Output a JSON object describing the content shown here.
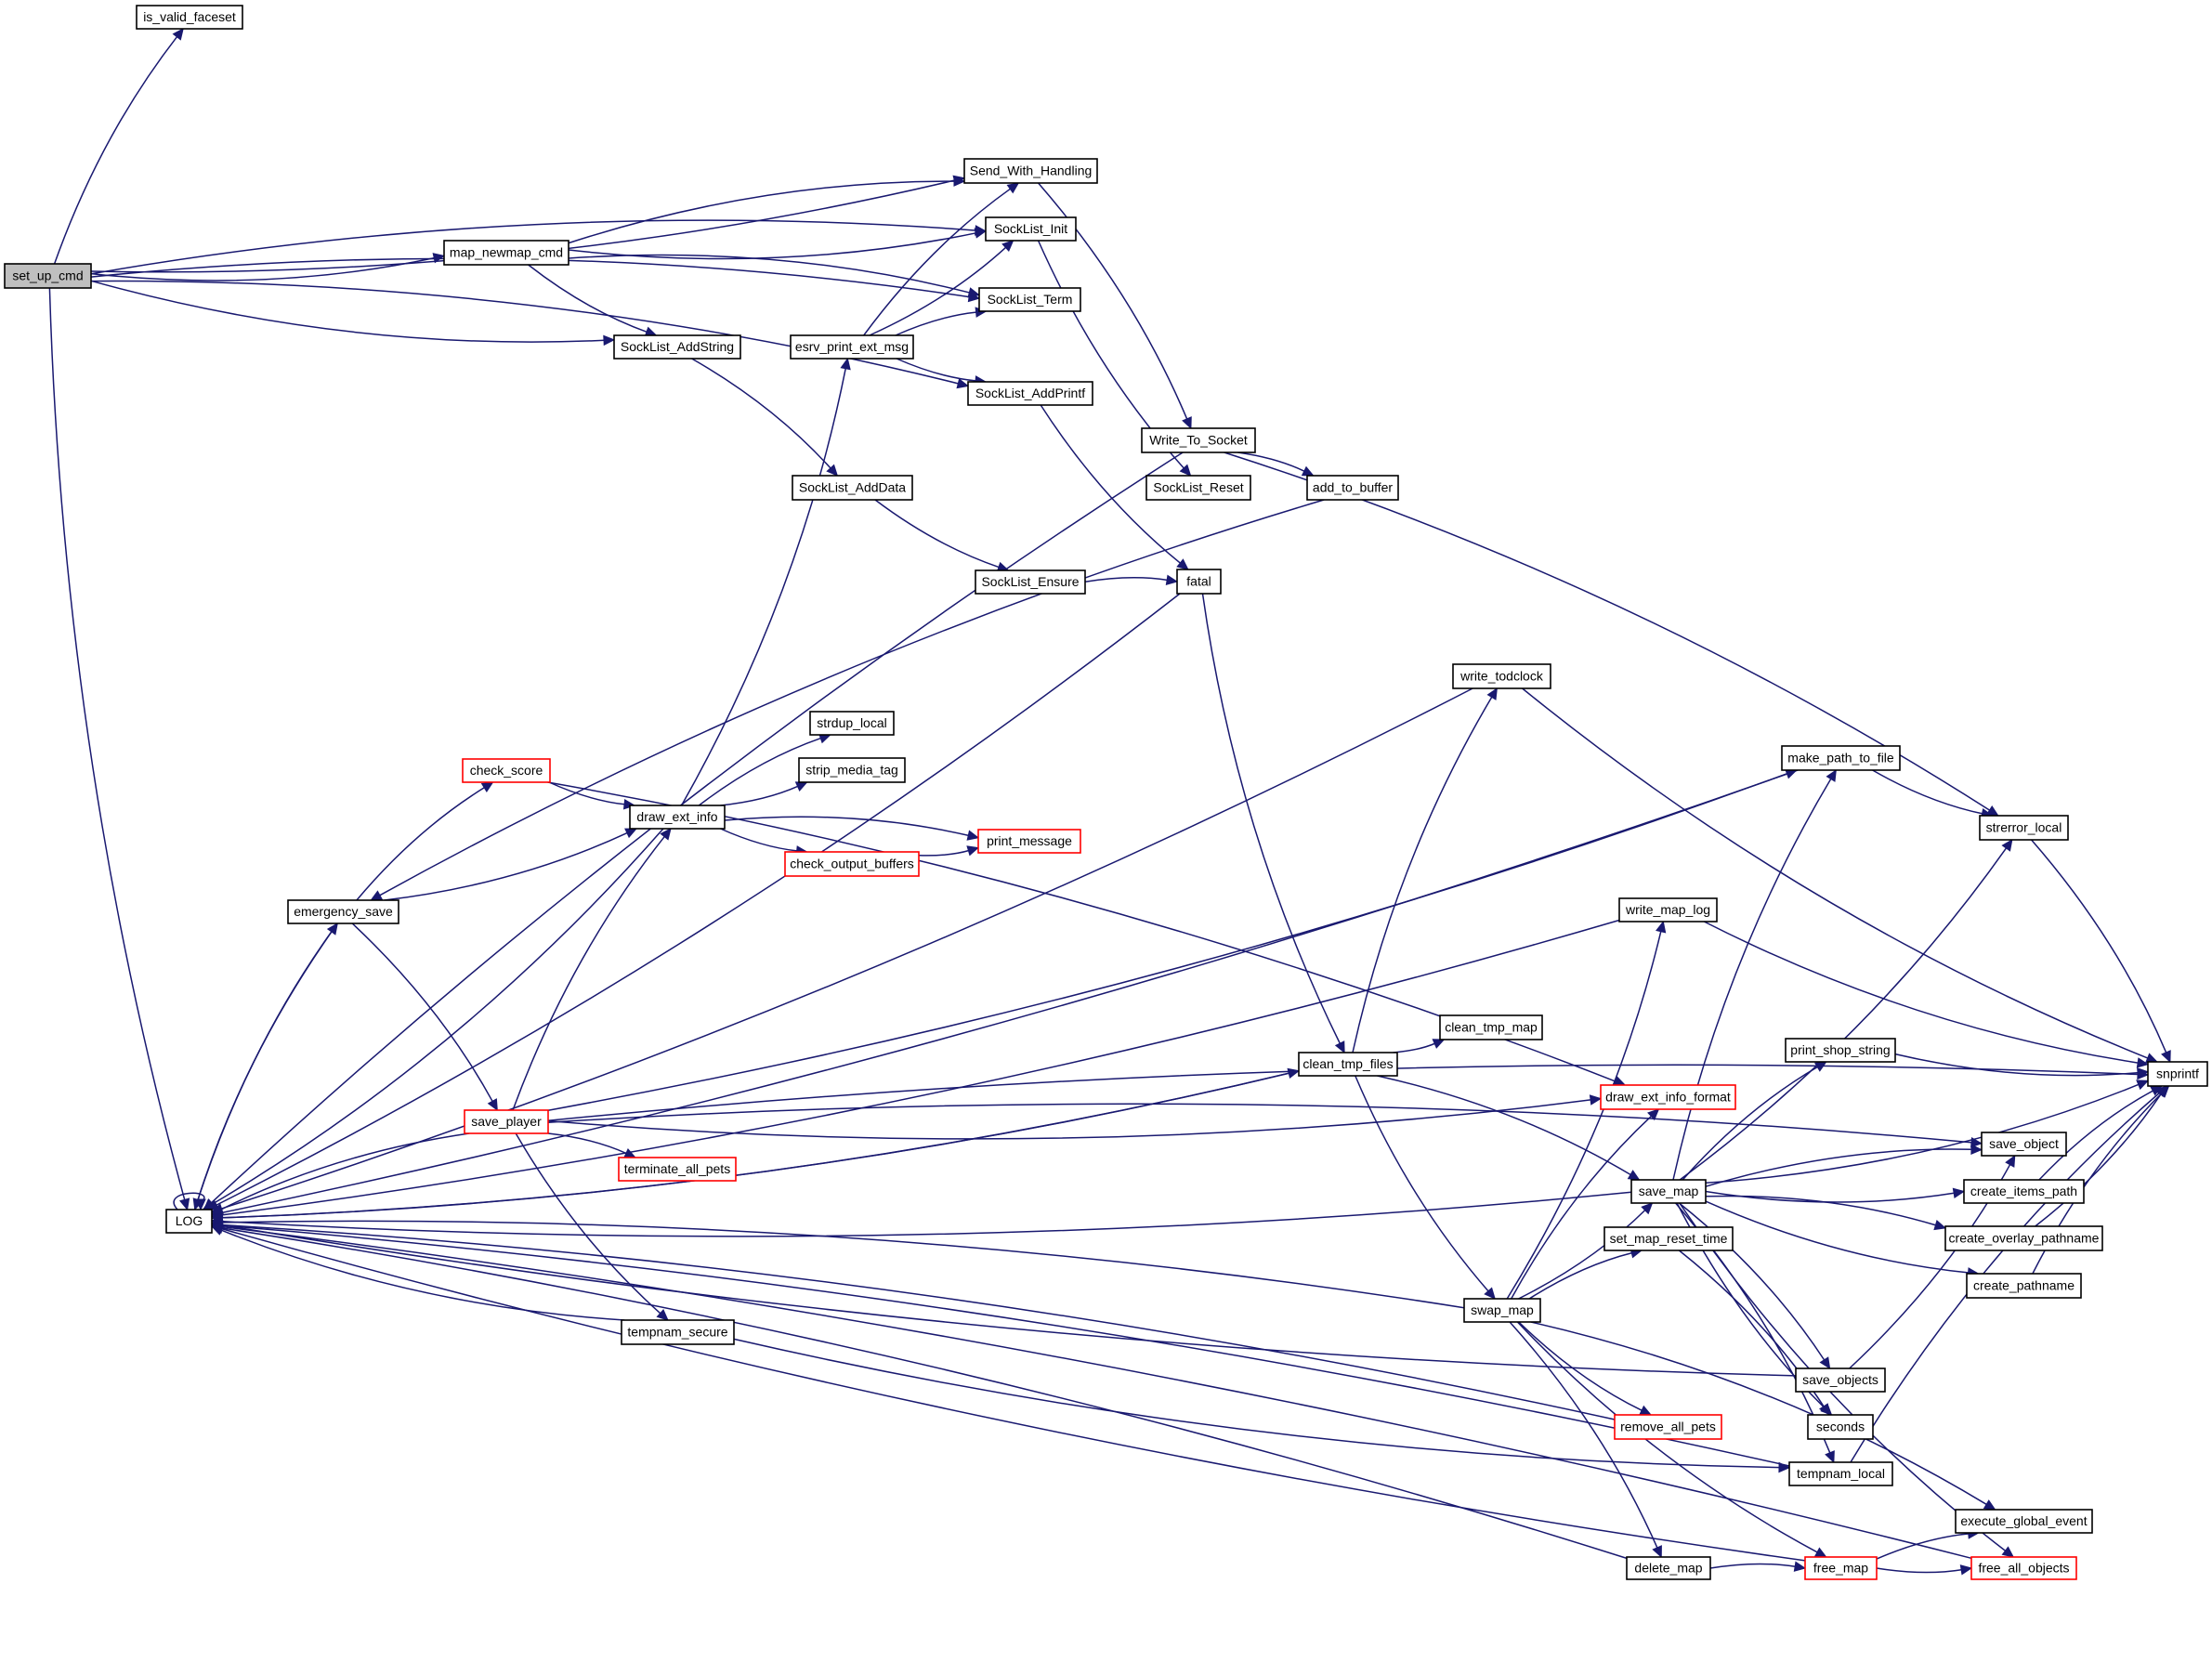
{
  "title": "Call graph of set_up_cmd",
  "colors": {
    "edge": "#191970",
    "root_fill": "#bfbfbf",
    "node_border": "#000000",
    "truncated_border": "#ff0000",
    "background": "#ffffff"
  },
  "nodes": [
    {
      "id": "is_valid_faceset",
      "label": "is_valid_faceset",
      "truncated": false
    },
    {
      "id": "set_up_cmd",
      "label": "set_up_cmd",
      "truncated": false,
      "root": true
    },
    {
      "id": "map_newmap_cmd",
      "label": "map_newmap_cmd",
      "truncated": false
    },
    {
      "id": "Send_With_Handling",
      "label": "Send_With_Handling",
      "truncated": false
    },
    {
      "id": "SockList_Init",
      "label": "SockList_Init",
      "truncated": false
    },
    {
      "id": "SockList_Term",
      "label": "SockList_Term",
      "truncated": false
    },
    {
      "id": "SockList_AddString",
      "label": "SockList_AddString",
      "truncated": false
    },
    {
      "id": "esrv_print_ext_msg",
      "label": "esrv_print_ext_msg",
      "truncated": false
    },
    {
      "id": "SockList_AddPrintf",
      "label": "SockList_AddPrintf",
      "truncated": false
    },
    {
      "id": "Write_To_Socket",
      "label": "Write_To_Socket",
      "truncated": false
    },
    {
      "id": "SockList_AddData",
      "label": "SockList_AddData",
      "truncated": false
    },
    {
      "id": "SockList_Reset",
      "label": "SockList_Reset",
      "truncated": false
    },
    {
      "id": "add_to_buffer",
      "label": "add_to_buffer",
      "truncated": false
    },
    {
      "id": "SockList_Ensure",
      "label": "SockList_Ensure",
      "truncated": false
    },
    {
      "id": "fatal",
      "label": "fatal",
      "truncated": false
    },
    {
      "id": "write_todclock",
      "label": "write_todclock",
      "truncated": false
    },
    {
      "id": "strdup_local",
      "label": "strdup_local",
      "truncated": false
    },
    {
      "id": "check_score",
      "label": "check_score",
      "truncated": true
    },
    {
      "id": "strip_media_tag",
      "label": "strip_media_tag",
      "truncated": false
    },
    {
      "id": "draw_ext_info",
      "label": "draw_ext_info",
      "truncated": false
    },
    {
      "id": "make_path_to_file",
      "label": "make_path_to_file",
      "truncated": false
    },
    {
      "id": "print_message",
      "label": "print_message",
      "truncated": true
    },
    {
      "id": "check_output_buffers",
      "label": "check_output_buffers",
      "truncated": true
    },
    {
      "id": "strerror_local",
      "label": "strerror_local",
      "truncated": false
    },
    {
      "id": "emergency_save",
      "label": "emergency_save",
      "truncated": false
    },
    {
      "id": "write_map_log",
      "label": "write_map_log",
      "truncated": false
    },
    {
      "id": "clean_tmp_map",
      "label": "clean_tmp_map",
      "truncated": false
    },
    {
      "id": "clean_tmp_files",
      "label": "clean_tmp_files",
      "truncated": false
    },
    {
      "id": "print_shop_string",
      "label": "print_shop_string",
      "truncated": false
    },
    {
      "id": "snprintf",
      "label": "snprintf",
      "truncated": false
    },
    {
      "id": "draw_ext_info_format",
      "label": "draw_ext_info_format",
      "truncated": true
    },
    {
      "id": "save_player",
      "label": "save_player",
      "truncated": true
    },
    {
      "id": "save_object",
      "label": "save_object",
      "truncated": false
    },
    {
      "id": "terminate_all_pets",
      "label": "terminate_all_pets",
      "truncated": true
    },
    {
      "id": "LOG",
      "label": "LOG",
      "truncated": false
    },
    {
      "id": "save_map",
      "label": "save_map",
      "truncated": false
    },
    {
      "id": "create_items_path",
      "label": "create_items_path",
      "truncated": false
    },
    {
      "id": "set_map_reset_time",
      "label": "set_map_reset_time",
      "truncated": false
    },
    {
      "id": "create_overlay_pathname",
      "label": "create_overlay_pathname",
      "truncated": false
    },
    {
      "id": "create_pathname",
      "label": "create_pathname",
      "truncated": false
    },
    {
      "id": "tempnam_secure",
      "label": "tempnam_secure",
      "truncated": false
    },
    {
      "id": "swap_map",
      "label": "swap_map",
      "truncated": false
    },
    {
      "id": "save_objects",
      "label": "save_objects",
      "truncated": false
    },
    {
      "id": "remove_all_pets",
      "label": "remove_all_pets",
      "truncated": true
    },
    {
      "id": "seconds",
      "label": "seconds",
      "truncated": false
    },
    {
      "id": "tempnam_local",
      "label": "tempnam_local",
      "truncated": false
    },
    {
      "id": "execute_global_event",
      "label": "execute_global_event",
      "truncated": false
    },
    {
      "id": "delete_map",
      "label": "delete_map",
      "truncated": false
    },
    {
      "id": "free_map",
      "label": "free_map",
      "truncated": true
    },
    {
      "id": "free_all_objects",
      "label": "free_all_objects",
      "truncated": true
    }
  ],
  "edges": [
    [
      "set_up_cmd",
      "is_valid_faceset"
    ],
    [
      "set_up_cmd",
      "Send_With_Handling"
    ],
    [
      "set_up_cmd",
      "SockList_Init"
    ],
    [
      "set_up_cmd",
      "map_newmap_cmd"
    ],
    [
      "set_up_cmd",
      "SockList_Term"
    ],
    [
      "set_up_cmd",
      "SockList_AddString"
    ],
    [
      "set_up_cmd",
      "SockList_AddPrintf"
    ],
    [
      "set_up_cmd",
      "LOG"
    ],
    [
      "map_newmap_cmd",
      "Send_With_Handling"
    ],
    [
      "map_newmap_cmd",
      "SockList_Init"
    ],
    [
      "map_newmap_cmd",
      "SockList_Term"
    ],
    [
      "map_newmap_cmd",
      "SockList_AddString"
    ],
    [
      "esrv_print_ext_msg",
      "Send_With_Handling"
    ],
    [
      "esrv_print_ext_msg",
      "SockList_Init"
    ],
    [
      "esrv_print_ext_msg",
      "SockList_Term"
    ],
    [
      "esrv_print_ext_msg",
      "SockList_AddPrintf"
    ],
    [
      "Send_With_Handling",
      "Write_To_Socket"
    ],
    [
      "SockList_Init",
      "SockList_Reset"
    ],
    [
      "SockList_AddString",
      "SockList_AddData"
    ],
    [
      "SockList_AddData",
      "SockList_Ensure"
    ],
    [
      "SockList_Ensure",
      "fatal"
    ],
    [
      "SockList_AddPrintf",
      "fatal"
    ],
    [
      "Write_To_Socket",
      "add_to_buffer"
    ],
    [
      "Write_To_Socket",
      "LOG"
    ],
    [
      "Write_To_Socket",
      "strerror_local"
    ],
    [
      "add_to_buffer",
      "emergency_save"
    ],
    [
      "fatal",
      "LOG"
    ],
    [
      "fatal",
      "clean_tmp_files"
    ],
    [
      "write_todclock",
      "LOG"
    ],
    [
      "write_todclock",
      "snprintf"
    ],
    [
      "make_path_to_file",
      "LOG"
    ],
    [
      "make_path_to_file",
      "strerror_local"
    ],
    [
      "strerror_local",
      "snprintf"
    ],
    [
      "check_score",
      "draw_ext_info"
    ],
    [
      "check_score",
      "draw_ext_info_format"
    ],
    [
      "draw_ext_info",
      "esrv_print_ext_msg"
    ],
    [
      "draw_ext_info",
      "strdup_local"
    ],
    [
      "draw_ext_info",
      "strip_media_tag"
    ],
    [
      "draw_ext_info",
      "print_message"
    ],
    [
      "draw_ext_info",
      "check_output_buffers"
    ],
    [
      "draw_ext_info",
      "LOG"
    ],
    [
      "check_output_buffers",
      "print_message"
    ],
    [
      "emergency_save",
      "check_score"
    ],
    [
      "emergency_save",
      "draw_ext_info"
    ],
    [
      "emergency_save",
      "save_player"
    ],
    [
      "emergency_save",
      "LOG"
    ],
    [
      "LOG",
      "emergency_save"
    ],
    [
      "LOG",
      "LOG"
    ],
    [
      "write_map_log",
      "LOG"
    ],
    [
      "write_map_log",
      "snprintf"
    ],
    [
      "save_player",
      "draw_ext_info"
    ],
    [
      "save_player",
      "make_path_to_file"
    ],
    [
      "save_player",
      "snprintf"
    ],
    [
      "save_player",
      "draw_ext_info_format"
    ],
    [
      "save_player",
      "terminate_all_pets"
    ],
    [
      "save_player",
      "tempnam_secure"
    ],
    [
      "save_player",
      "save_object"
    ],
    [
      "save_player",
      "LOG"
    ],
    [
      "clean_tmp_files",
      "write_todclock"
    ],
    [
      "clean_tmp_files",
      "clean_tmp_map"
    ],
    [
      "clean_tmp_files",
      "save_map"
    ],
    [
      "clean_tmp_files",
      "swap_map"
    ],
    [
      "clean_tmp_files",
      "LOG"
    ],
    [
      "LOG",
      "clean_tmp_files"
    ],
    [
      "tempnam_secure",
      "LOG"
    ],
    [
      "tempnam_secure",
      "tempnam_local"
    ],
    [
      "save_map",
      "make_path_to_file"
    ],
    [
      "save_map",
      "strerror_local"
    ],
    [
      "save_map",
      "print_shop_string"
    ],
    [
      "save_map",
      "snprintf"
    ],
    [
      "save_map",
      "save_object"
    ],
    [
      "save_map",
      "create_items_path"
    ],
    [
      "save_map",
      "create_overlay_pathname"
    ],
    [
      "save_map",
      "create_pathname"
    ],
    [
      "save_map",
      "save_objects"
    ],
    [
      "save_map",
      "seconds"
    ],
    [
      "save_map",
      "tempnam_local"
    ],
    [
      "save_map",
      "free_all_objects"
    ],
    [
      "save_map",
      "LOG"
    ],
    [
      "print_shop_string",
      "snprintf"
    ],
    [
      "create_items_path",
      "snprintf"
    ],
    [
      "create_overlay_pathname",
      "snprintf"
    ],
    [
      "create_pathname",
      "snprintf"
    ],
    [
      "swap_map",
      "write_map_log"
    ],
    [
      "swap_map",
      "draw_ext_info_format"
    ],
    [
      "swap_map",
      "save_map"
    ],
    [
      "swap_map",
      "set_map_reset_time"
    ],
    [
      "swap_map",
      "remove_all_pets"
    ],
    [
      "swap_map",
      "delete_map"
    ],
    [
      "swap_map",
      "free_map"
    ],
    [
      "swap_map",
      "execute_global_event"
    ],
    [
      "swap_map",
      "LOG"
    ],
    [
      "set_map_reset_time",
      "seconds"
    ],
    [
      "save_objects",
      "save_object"
    ],
    [
      "save_objects",
      "LOG"
    ],
    [
      "remove_all_pets",
      "LOG"
    ],
    [
      "tempnam_local",
      "snprintf"
    ],
    [
      "tempnam_local",
      "LOG"
    ],
    [
      "delete_map",
      "free_map"
    ],
    [
      "delete_map",
      "LOG"
    ],
    [
      "free_map",
      "execute_global_event"
    ],
    [
      "free_map",
      "free_all_objects"
    ],
    [
      "free_map",
      "LOG"
    ],
    [
      "free_all_objects",
      "LOG"
    ]
  ]
}
